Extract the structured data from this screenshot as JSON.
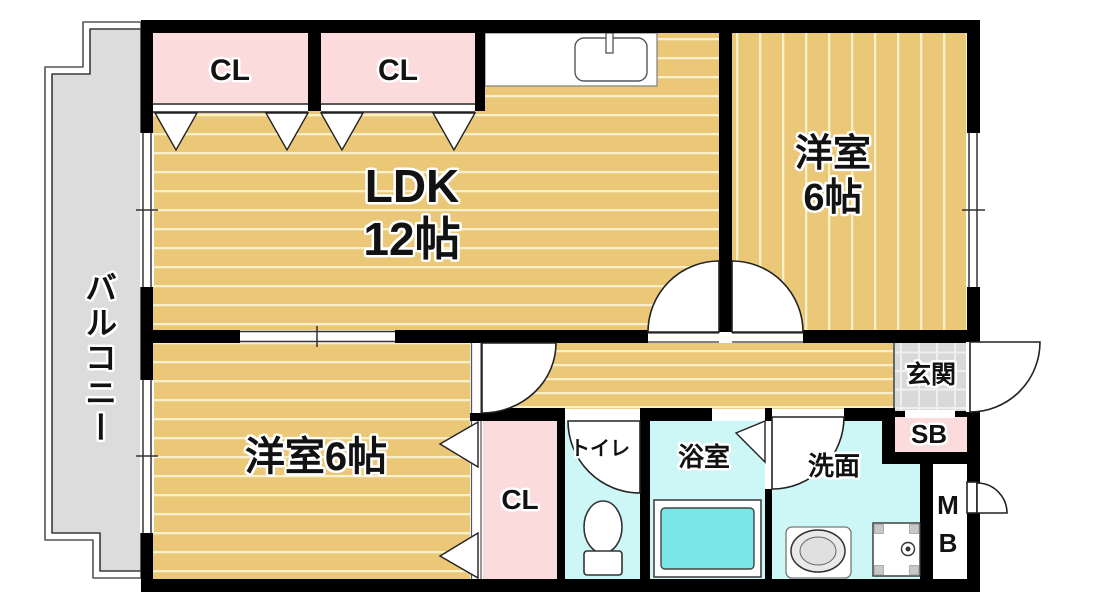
{
  "plan": {
    "rooms": {
      "balcony": {
        "label": "バルコニー"
      },
      "ldk": {
        "label": "LDK",
        "size": "12帖"
      },
      "western_room_upper": {
        "label": "洋室",
        "size": "6帖"
      },
      "western_room_lower": {
        "label": "洋室6帖"
      },
      "closet_upper_left": {
        "label": "CL"
      },
      "closet_upper_right": {
        "label": "CL"
      },
      "closet_lower": {
        "label": "CL"
      },
      "toilet": {
        "label": "トイレ"
      },
      "bathroom": {
        "label": "浴室"
      },
      "washroom": {
        "label": "洗面"
      },
      "entrance": {
        "label": "玄関"
      },
      "shoe_box": {
        "label": "SB"
      },
      "meter_box": {
        "label": "MB",
        "line1": "M",
        "line2": "B"
      }
    },
    "colors": {
      "floor": "#ebc878",
      "stripe": "#f8efcb",
      "pink": "#fcdbdd",
      "cyan": "#cdf6f6",
      "tub": "#79e7e7",
      "tile": "#d9d9d9",
      "tile_grid": "#efefef",
      "balcony": "#dcdcdc",
      "wall": "#000000"
    }
  }
}
